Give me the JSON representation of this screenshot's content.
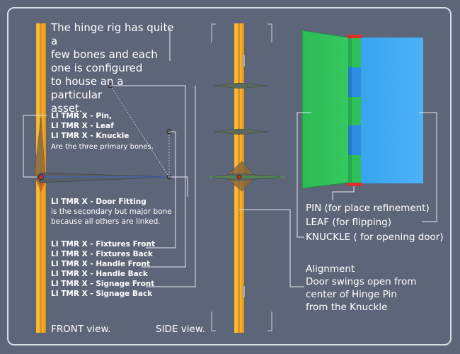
{
  "intro": [
    "The hinge rig has quite a",
    "few bones and each",
    "one is configured",
    "to house an a",
    "particular",
    "asset."
  ],
  "primary_bones": [
    "LI TMR X - Pin,",
    "LI TMR X - Leaf",
    "LI TMR X - Knuckle"
  ],
  "primary_note": "Are the three primary bones.",
  "secondary_bone": "LI TMR X - Door Fitting",
  "secondary_note": [
    "is the secondary but major bone",
    "because all others are linked."
  ],
  "fixture_bones": [
    "LI TMR X - Fixtures Front",
    "LI TMR X - Fixtures Back",
    "LI TMR X - Handle Front",
    "LI TMR X - Handle Back",
    "LI TMR X - Signage Front",
    "LI TMR X - Signage Back"
  ],
  "front_label": "FRONT view.",
  "side_label": "SIDE view.",
  "part_labels": [
    "PIN (for place refinement)",
    "LEAF (for flipping)",
    "KNUCKLE ( for opening door)"
  ],
  "alignment": [
    "Alignment",
    "Door swings open from",
    "center of Hinge Pin",
    "from the Knuckle"
  ],
  "colors": {
    "background": "#5d6678",
    "bar": "#f5a623",
    "leaf_left": "#2fbf5a",
    "leaf_right": "#3fa6ef",
    "knuckle_blue": "#2e8ae0",
    "pin_cap": "#d9302c",
    "line": "#e6e8ee"
  }
}
